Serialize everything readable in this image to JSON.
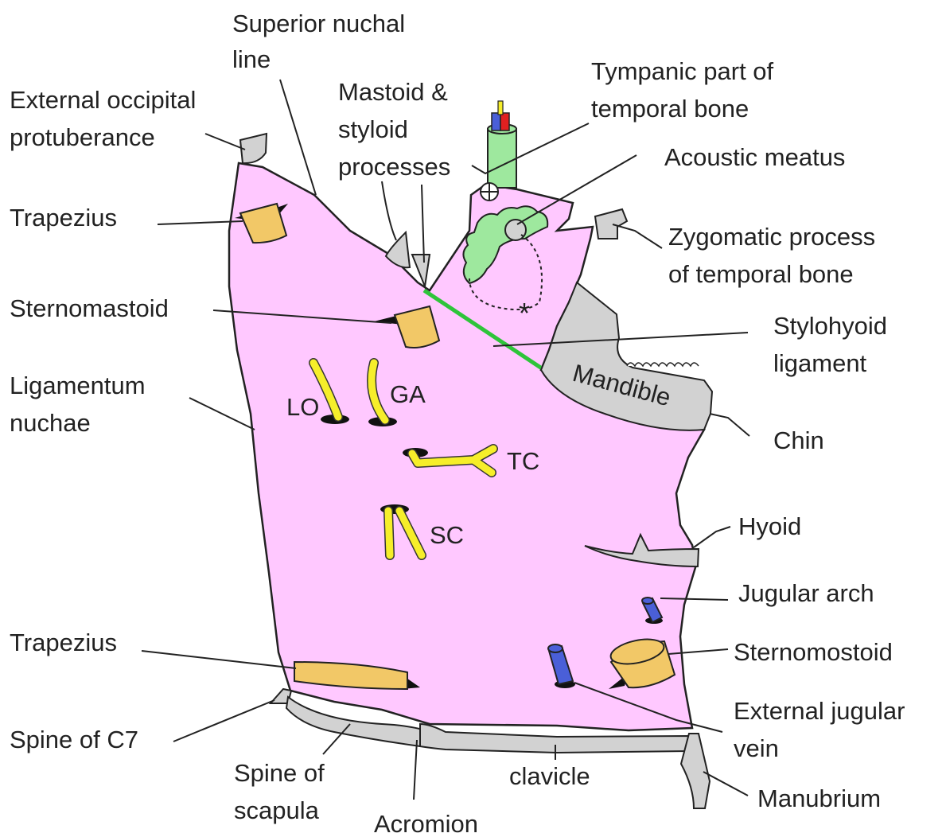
{
  "colors": {
    "region": "#ffc8ff",
    "bone": "#d2d2d2",
    "muscle": "#f2c867",
    "nerve": "#f6ee2a",
    "vein": "#4a5fd8",
    "ligament": "#2ec43a",
    "gland": "#9ee89e"
  },
  "labels": {
    "superior_nuchal_line": [
      "Superior nuchal",
      "line"
    ],
    "external_occipital_protuberance": [
      "External occipital",
      "protuberance"
    ],
    "mastoid_styloid": [
      "Mastoid &",
      "styloid",
      "processes"
    ],
    "tympanic_part": [
      "Tympanic part of",
      "temporal bone"
    ],
    "acoustic_meatus": "Acoustic meatus",
    "zygomatic_process": [
      "Zygomatic process",
      "of temporal bone"
    ],
    "trapezius_top": "Trapezius",
    "sternomastoid_top": "Sternomastoid",
    "stylohyoid_ligament": [
      "Stylohyoid",
      "ligament"
    ],
    "ligamentum_nuchae": [
      "Ligamentum",
      "nuchae"
    ],
    "mandible": "Mandible",
    "chin": "Chin",
    "lo": "LO",
    "ga": "GA",
    "tc": "TC",
    "sc": "SC",
    "hyoid": "Hyoid",
    "jugular_arch": "Jugular arch",
    "trapezius_bottom": "Trapezius",
    "sternomostoid_bottom": "Sternomostoid",
    "external_jugular_vein": [
      "External jugular",
      "vein"
    ],
    "spine_c7": "Spine of C7",
    "spine_scapula": [
      "Spine of",
      "scapula"
    ],
    "acromion": "Acromion",
    "clavicle": "clavicle",
    "manubrium": "Manubrium",
    "asterisk": "*"
  }
}
